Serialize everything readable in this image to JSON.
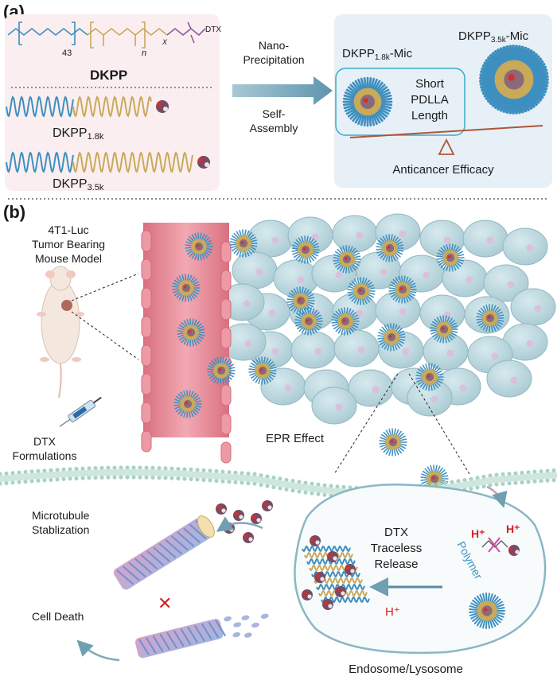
{
  "panel_a": {
    "label": "(a)",
    "polymer_name": "DKPP",
    "chem_subscript_43": "43",
    "chem_subscript_n": "n",
    "chem_drug_tag": "DTX",
    "chem_linker_tag": "X",
    "variant_1_name": "DKPP",
    "variant_1_sub": "1.8k",
    "variant_2_name": "DKPP",
    "variant_2_sub": "3.5k",
    "process_top": [
      "Nano-",
      "Precipitation"
    ],
    "process_bottom": [
      "Self-",
      "Assembly"
    ],
    "mic_1_name": "DKPP",
    "mic_1_sub": "1.8k",
    "mic_1_suffix": "-Mic",
    "mic_2_name": "DKPP",
    "mic_2_sub": "3.5k",
    "mic_2_suffix": "-Mic",
    "short_lines": [
      "Short",
      "PDLLA",
      "Length"
    ],
    "efficacy_label": "Anticancer Efficacy"
  },
  "panel_b": {
    "label": "(b)",
    "model_lines": [
      "4T1-Luc",
      "Tumor Bearing",
      "Mouse Model"
    ],
    "formulation_lines": [
      "DTX",
      "Formulations"
    ],
    "epr_label": "EPR Effect",
    "microtubule_lines": [
      "Microtubule",
      "Stablization"
    ],
    "cell_death": "Cell Death",
    "release_lines": [
      "DTX",
      "Traceless",
      "Release"
    ],
    "polymer_label": "Polymer",
    "proton_1": "H⁺",
    "proton_2": "H⁺",
    "proton_3": "H⁺",
    "compartment_label": "Endosome/Lysosome"
  },
  "colors": {
    "peg": "#3d8fc0",
    "pdlla": "#c9a95a",
    "vessel": "#e58a96",
    "cell": "#b8d5dc",
    "panel_bg": "#e7f0f6",
    "left_bg": "#fbeef0",
    "proton": "#d62020",
    "arrow": "#7ea8b8"
  }
}
